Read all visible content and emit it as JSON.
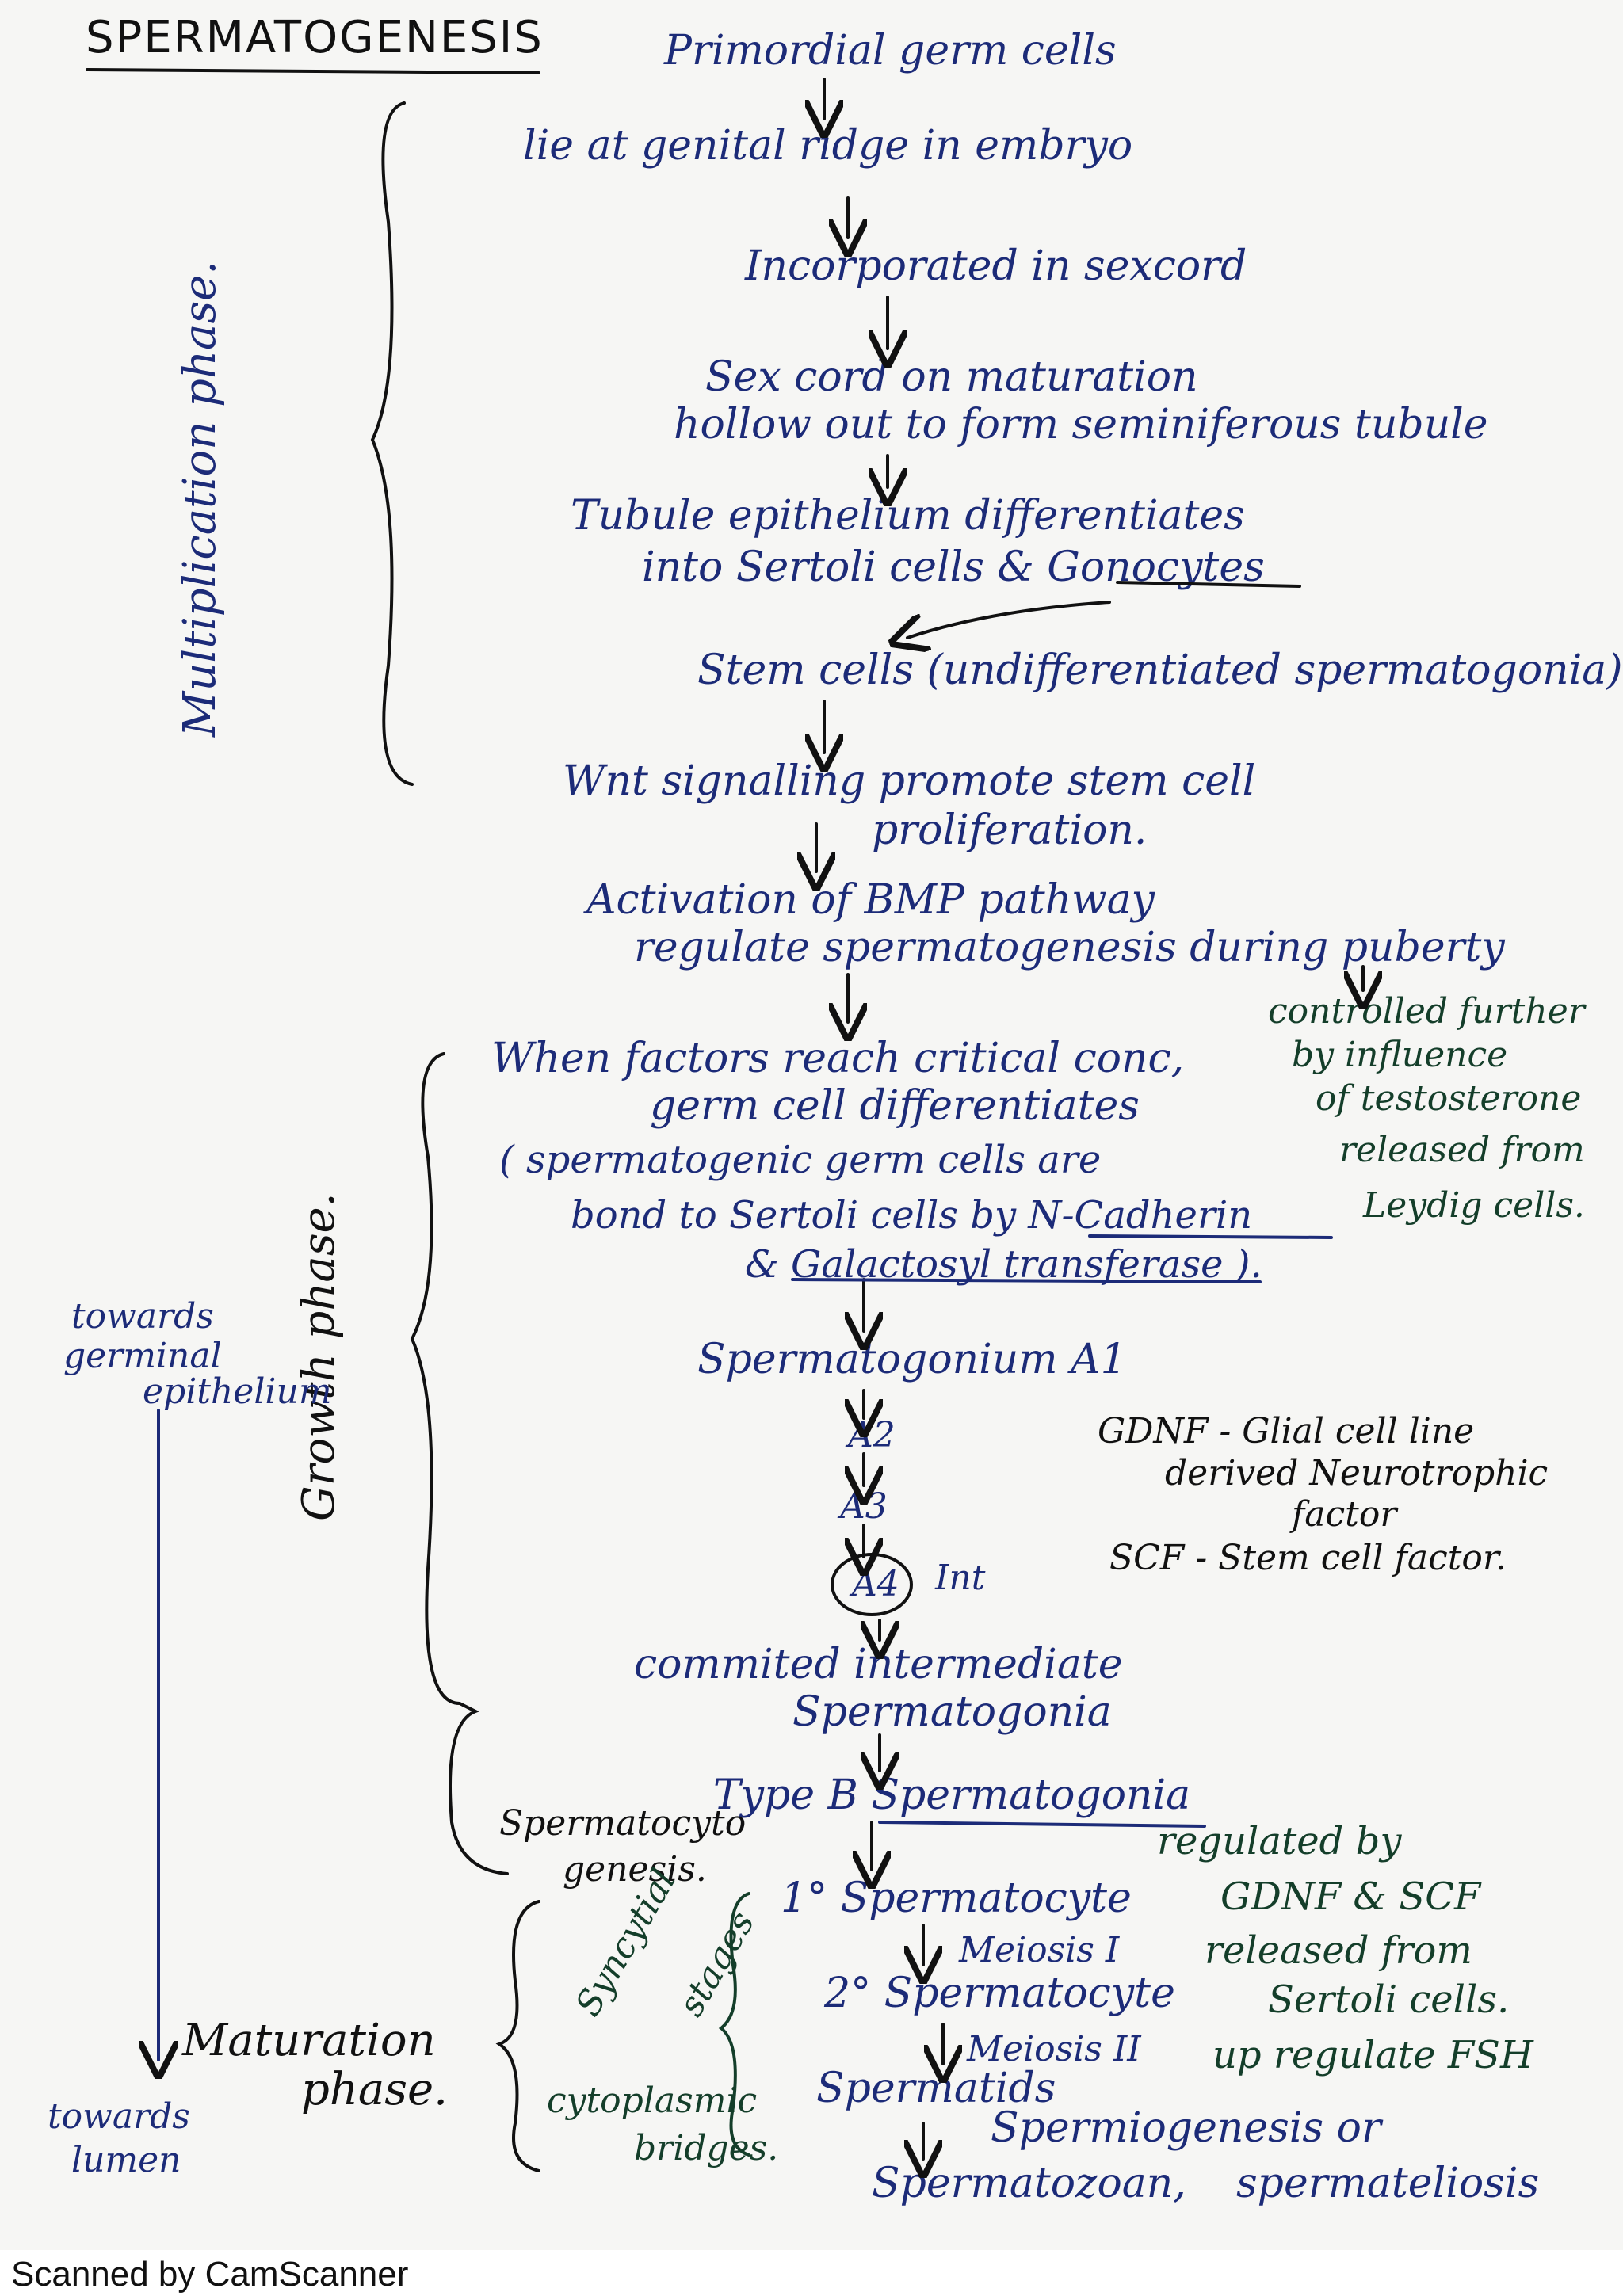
{
  "title": "SPERMATOGENESIS",
  "flow": {
    "l01": "Primordial germ cells",
    "l02": "lie at genital ridge in embryo",
    "l03": "Incorporated in sexcord",
    "l04": "Sex cord on maturation",
    "l05": "hollow out to form seminiferous tubule",
    "l06": "Tubule epithelium differentiates",
    "l07": "into Sertoli cells & Gonocytes",
    "l08": "Stem cells (undifferentiated spermatogonia)",
    "l09": "Wnt signalling promote stem cell",
    "l10": "proliferation.",
    "l11": "Activation of BMP pathway",
    "l12": "regulate spermatogenesis during puberty",
    "l13": "When factors reach critical conc,",
    "l14": "germ cell differentiates",
    "l15": "( spermatogenic germ cells are",
    "l16": "bond to Sertoli cells by N-Cadherin",
    "l17": "& Galactosyl transferase ).",
    "l18": "Spermatogonium A1",
    "l19": "A2",
    "l20": "A3",
    "l21": "A4",
    "l22": "Int",
    "l23": "commited intermediate",
    "l24": "Spermatogonia",
    "l25": "Type B Spermatogonia",
    "l26": "1° Spermatocyte",
    "l27": "Meiosis I",
    "l28": "2° Spermatocyte",
    "l29": "Meiosis II",
    "l30": "Spermatids",
    "l31": "Spermiogenesis or",
    "l32": "Spermatozoan,",
    "l33": "spermateliosis"
  },
  "notes": {
    "puberty_1": "controlled further",
    "puberty_2": "by influence",
    "puberty_3": "of testosterone",
    "puberty_4": "released from",
    "puberty_5": "Leydig cells.",
    "gdnf_1": "GDNF - Glial cell line",
    "gdnf_2": "derived Neurotrophic",
    "gdnf_3": "factor",
    "scf": "SCF - Stem cell factor.",
    "reg_1": "regulated by",
    "reg_2": "GDNF & SCF",
    "reg_3": "released from",
    "reg_4": "Sertoli cells.",
    "reg_5": "up regulate FSH"
  },
  "phases": {
    "multiplication": "Multiplication phase.",
    "growth": "Growth phase.",
    "maturation_1": "Maturation",
    "maturation_2": "phase.",
    "spermatocytogenesis_1": "Spermatocyto",
    "spermatocytogenesis_2": "genesis.",
    "syncytial_1": "Syncytial",
    "syncytial_2": "stages",
    "cyto_1": "cytoplasmic",
    "cyto_2": "bridges."
  },
  "side": {
    "towards_germinal_1": "towards",
    "towards_germinal_2": "germinal",
    "towards_germinal_3": "epithelium",
    "towards_lumen_1": "towards",
    "towards_lumen_2": "lumen"
  },
  "footer": "Scanned by CamScanner"
}
